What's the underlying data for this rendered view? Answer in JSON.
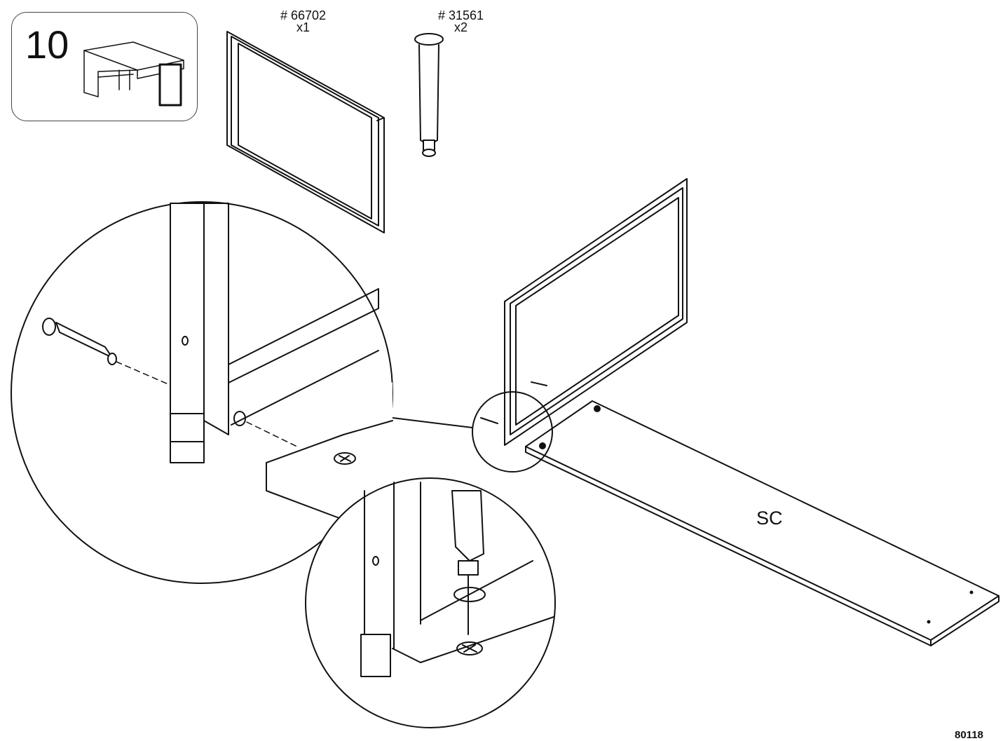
{
  "step": {
    "number": "10"
  },
  "parts": [
    {
      "code": "# 66702",
      "qty": "x1",
      "icon": "frame-panel-icon"
    },
    {
      "code": "# 31561",
      "qty": "x2",
      "icon": "cam-bolt-icon"
    }
  ],
  "labels": {
    "board": "SC",
    "doc_code": "80118"
  },
  "colors": {
    "line": "#111111",
    "background": "#ffffff"
  }
}
